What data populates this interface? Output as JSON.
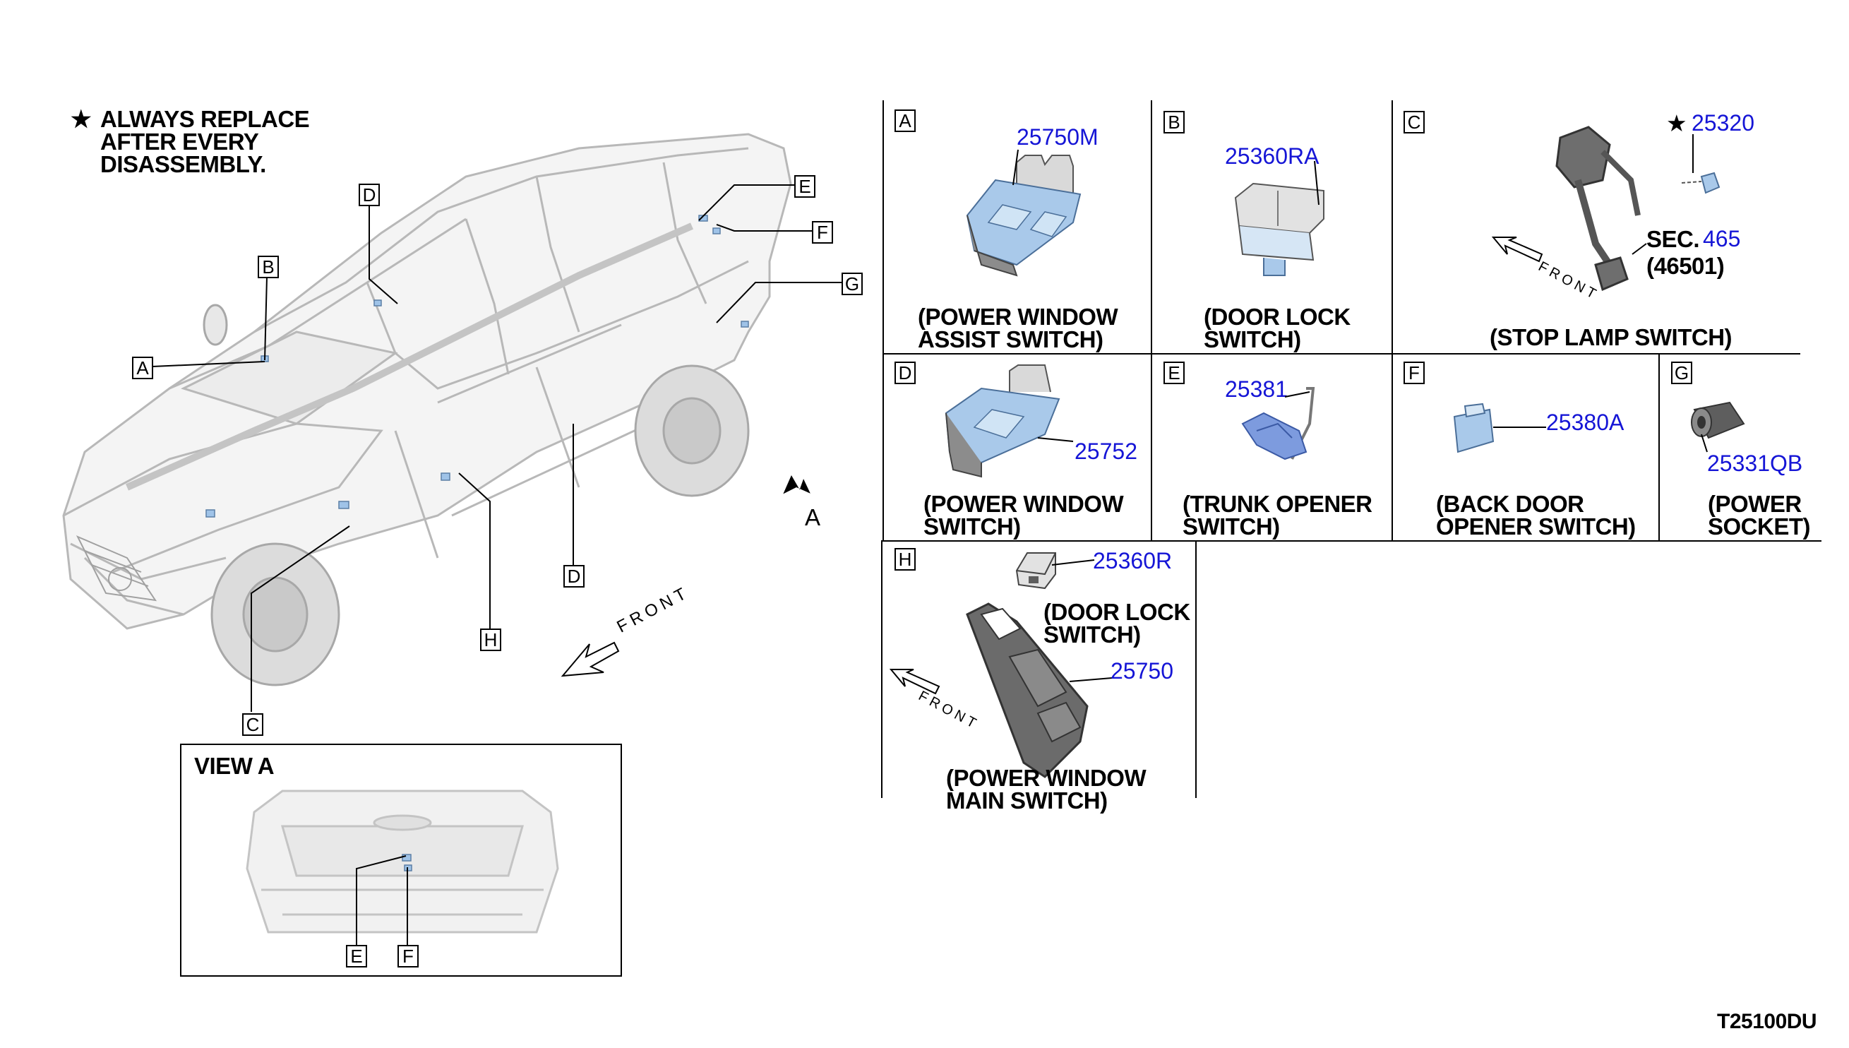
{
  "note": {
    "star": "★",
    "lines": [
      "ALWAYS REPLACE",
      "AFTER EVERY",
      "DISASSEMBLY."
    ]
  },
  "main_callouts": [
    "A",
    "B",
    "C",
    "D",
    "E",
    "F",
    "G",
    "H",
    "D"
  ],
  "arrow_label": "A",
  "front_text": "FRONT",
  "view_a": {
    "title": "VIEW A",
    "callouts": [
      "E",
      "F"
    ]
  },
  "panels": [
    {
      "letter": "A",
      "part": "25750M",
      "desc": [
        "(POWER WINDOW",
        "ASSIST SWITCH)"
      ]
    },
    {
      "letter": "B",
      "part": "25360RA",
      "desc": [
        "(DOOR LOCK",
        "SWITCH)"
      ]
    },
    {
      "letter": "C",
      "part": "25320",
      "star": "★",
      "sec_prefix": "SEC.",
      "sec_num": "465",
      "sec_sub": "(46501)",
      "desc": [
        "(STOP LAMP SWITCH)"
      ]
    },
    {
      "letter": "D",
      "part": "25752",
      "desc": [
        "(POWER WINDOW",
        "SWITCH)"
      ]
    },
    {
      "letter": "E",
      "part": "25381",
      "desc": [
        "(TRUNK OPENER",
        "SWITCH)"
      ]
    },
    {
      "letter": "F",
      "part": "25380A",
      "desc": [
        "(BACK DOOR",
        "OPENER SWITCH)"
      ]
    },
    {
      "letter": "G",
      "part": "25331QB",
      "desc": [
        "(POWER",
        "SOCKET)"
      ]
    },
    {
      "letter": "H",
      "part1": "25360R",
      "desc1": [
        "(DOOR LOCK",
        "SWITCH)"
      ],
      "part2": "25750",
      "desc2": [
        "(POWER WINDOW",
        "MAIN SWITCH)"
      ]
    }
  ],
  "figure_code": "T25100DU",
  "colors": {
    "part_number": "#1515d6",
    "component": "#a9c9ea",
    "line": "#000000"
  }
}
